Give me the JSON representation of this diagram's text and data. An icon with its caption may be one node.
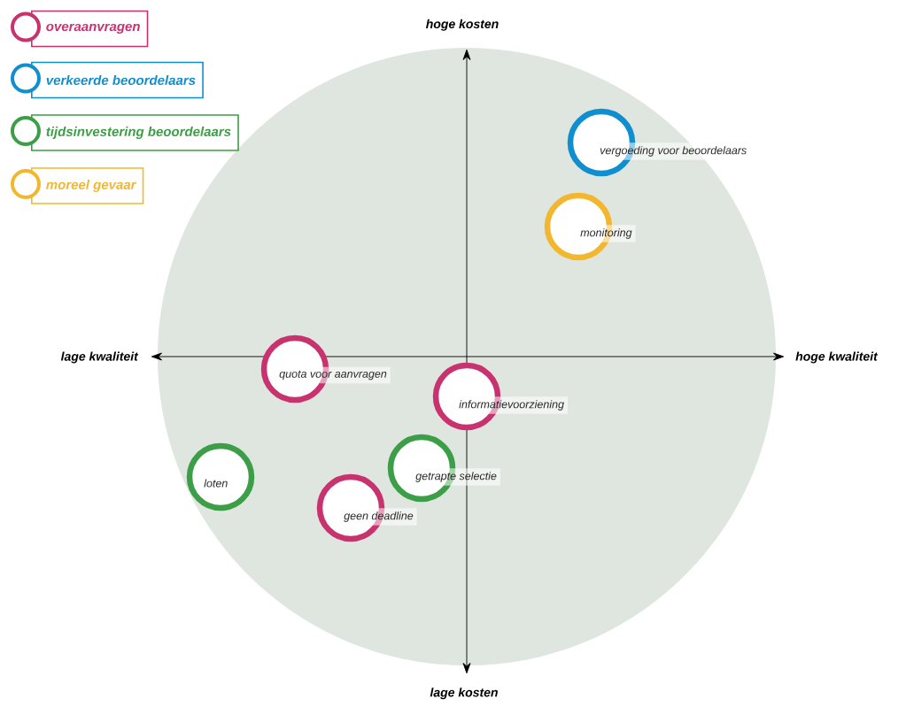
{
  "diagram": {
    "nodes": [
      {
        "text": [
          "vergoeding voor beoordelaars"
        ]
      },
      {
        "text": [
          "monitoring"
        ]
      },
      {
        "text": [
          "quota voor aanvragen"
        ]
      },
      {
        "text": [
          "informatievoorziening"
        ]
      },
      {
        "text": [
          "loten"
        ]
      },
      {
        "text": [
          "getrapte selectie"
        ]
      },
      {
        "text": [
          "geen deadline"
        ]
      }
    ],
    "labels": [
      "hoge kosten",
      "lage kwaliteit",
      "hoge kwaliteit",
      "lage kosten"
    ],
    "legend": [
      {
        "text": "overaanvragen",
        "color": "#c8326e"
      },
      {
        "text": "verkeerde beoordelaars",
        "color": "#0f8fcf"
      },
      {
        "text": "tijdsinvestering beoordelaars",
        "color": "#3c9e46"
      },
      {
        "text": "moreel gevaar",
        "color": "#f3b72f"
      }
    ]
  }
}
